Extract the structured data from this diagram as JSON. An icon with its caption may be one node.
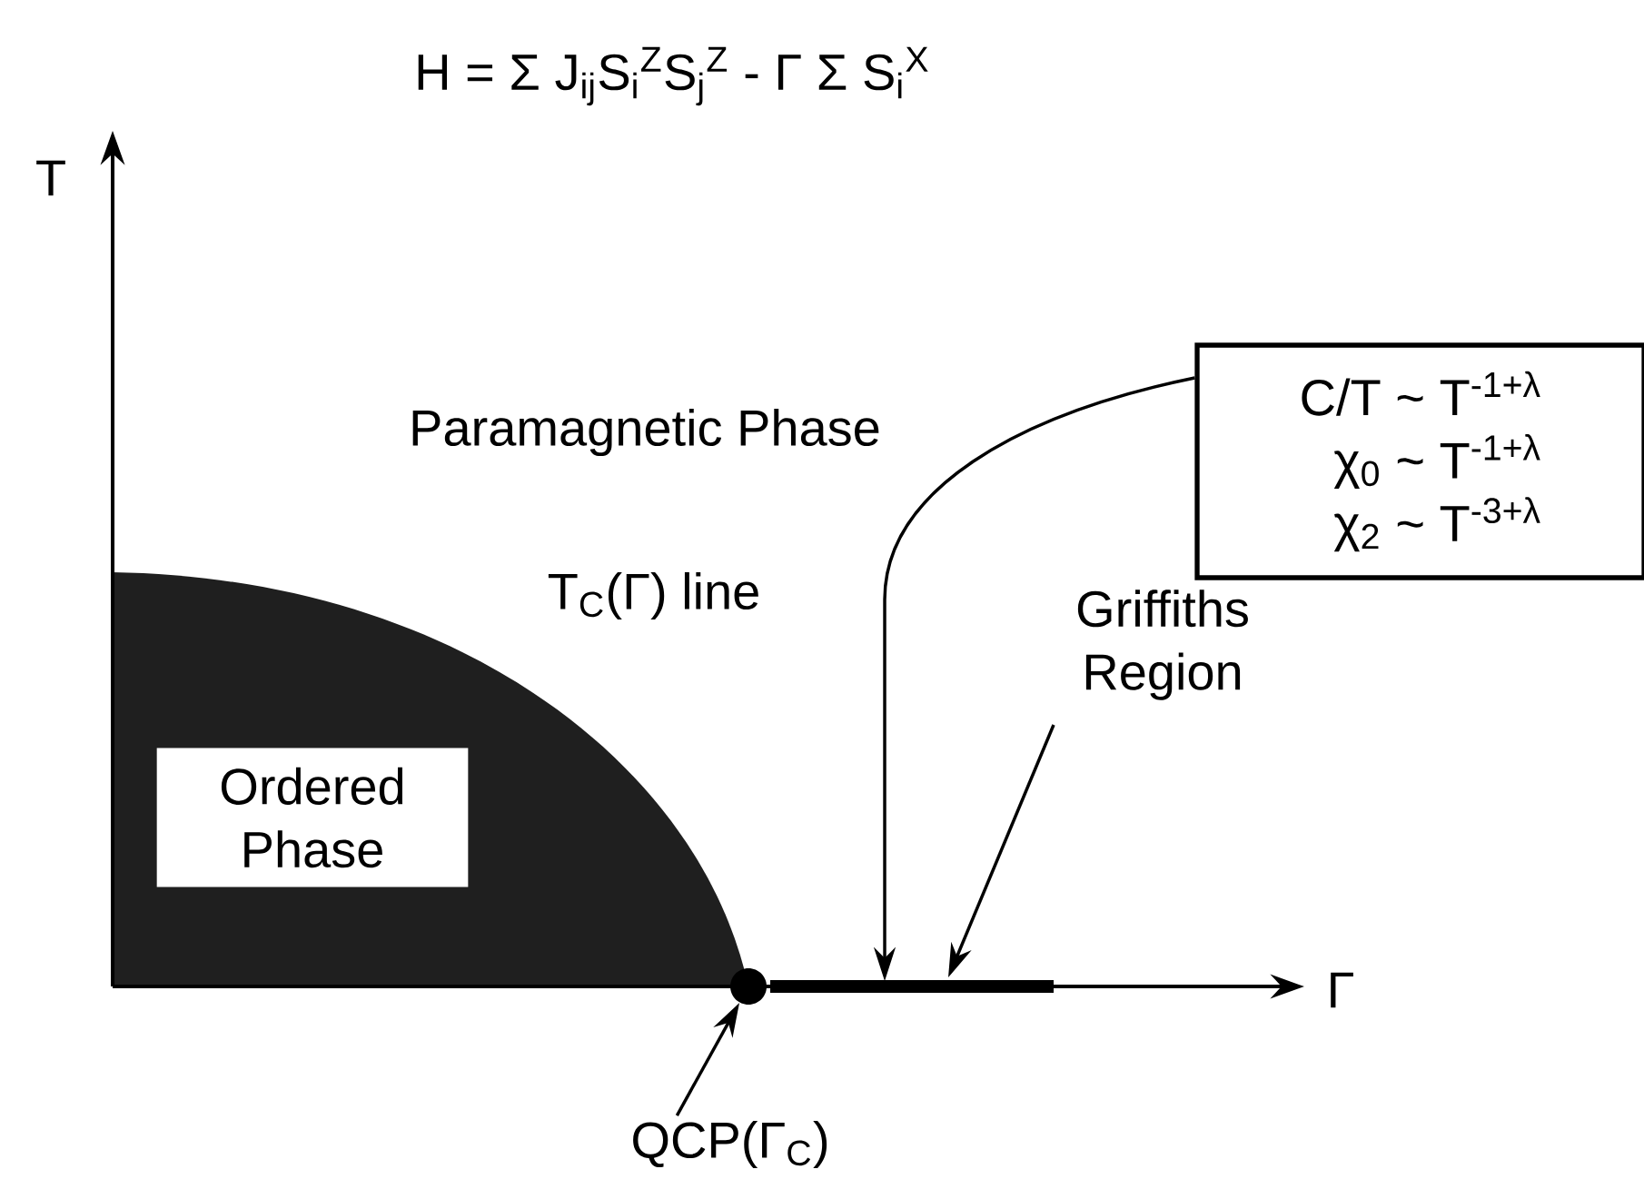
{
  "diagram": {
    "title": "H = Σ J$_{ij}$S$_{i}$$^{Z}$S$_{j}$$^{Z}$ - Γ Σ S$_{i}$$^{X}$",
    "nodes": [
      {
        "text": [
          "C/T ~ T$^{-1+λ}$",
          "χ$_{0}$ ~ T$^{-1+λ}$",
          "χ$_{2}$ ~ T$^{-3+λ}$"
        ]
      },
      {
        "text": [],
        "shape": "bar"
      },
      {
        "text": [
          "Griffiths Region"
        ]
      },
      {
        "text": [],
        "shape": "circle"
      },
      {
        "text": [
          "QCP(Γ$_{C}$)"
        ]
      },
      {
        "text": [
          "Ordered Phase"
        ]
      }
    ],
    "edges": [
      {
        "from": 0,
        "to": 1,
        "arrow": "to"
      },
      {
        "from": 2,
        "to": 1,
        "arrow": "to"
      },
      {
        "from": 4,
        "to": 3,
        "arrow": "to"
      }
    ],
    "labels": [
      "T",
      "Paramagnetic Phase",
      "T$_{C}$(Γ) line",
      "Γ"
    ]
  }
}
